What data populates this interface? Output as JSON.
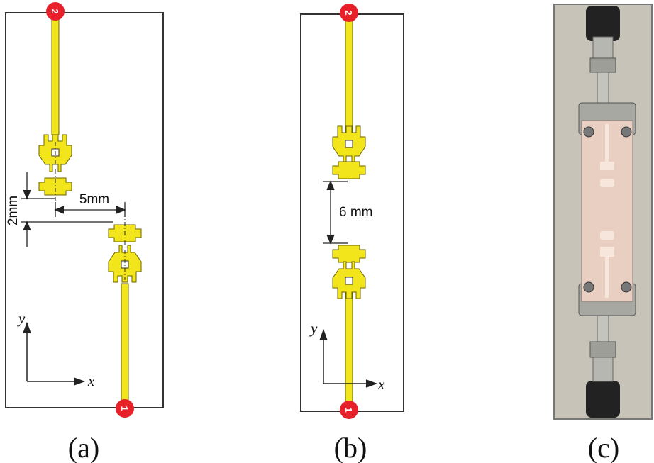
{
  "panels": [
    {
      "id": "a",
      "caption": "(a)",
      "dimensions": [
        "2mm",
        "5mm"
      ],
      "axis_labels": {
        "x": "x",
        "y": "y"
      },
      "ports": {
        "top": "2",
        "bottom": "1"
      }
    },
    {
      "id": "b",
      "caption": "(b)",
      "dimensions": [
        "6 mm"
      ],
      "axis_labels": {
        "x": "x",
        "y": "y"
      },
      "ports": {
        "top": "2",
        "bottom": "1"
      }
    },
    {
      "id": "c",
      "caption": "(c)",
      "description_icon": "fabricated-filter-photo"
    }
  ],
  "colors": {
    "trace": "#f2e51c",
    "trace_outline": "#6b6400",
    "port": "#e8202a",
    "photo_bg": "#c7c3b8",
    "board": "#e9cfc2",
    "connector_metal": "#b7b7b2",
    "cable": "#222222"
  }
}
